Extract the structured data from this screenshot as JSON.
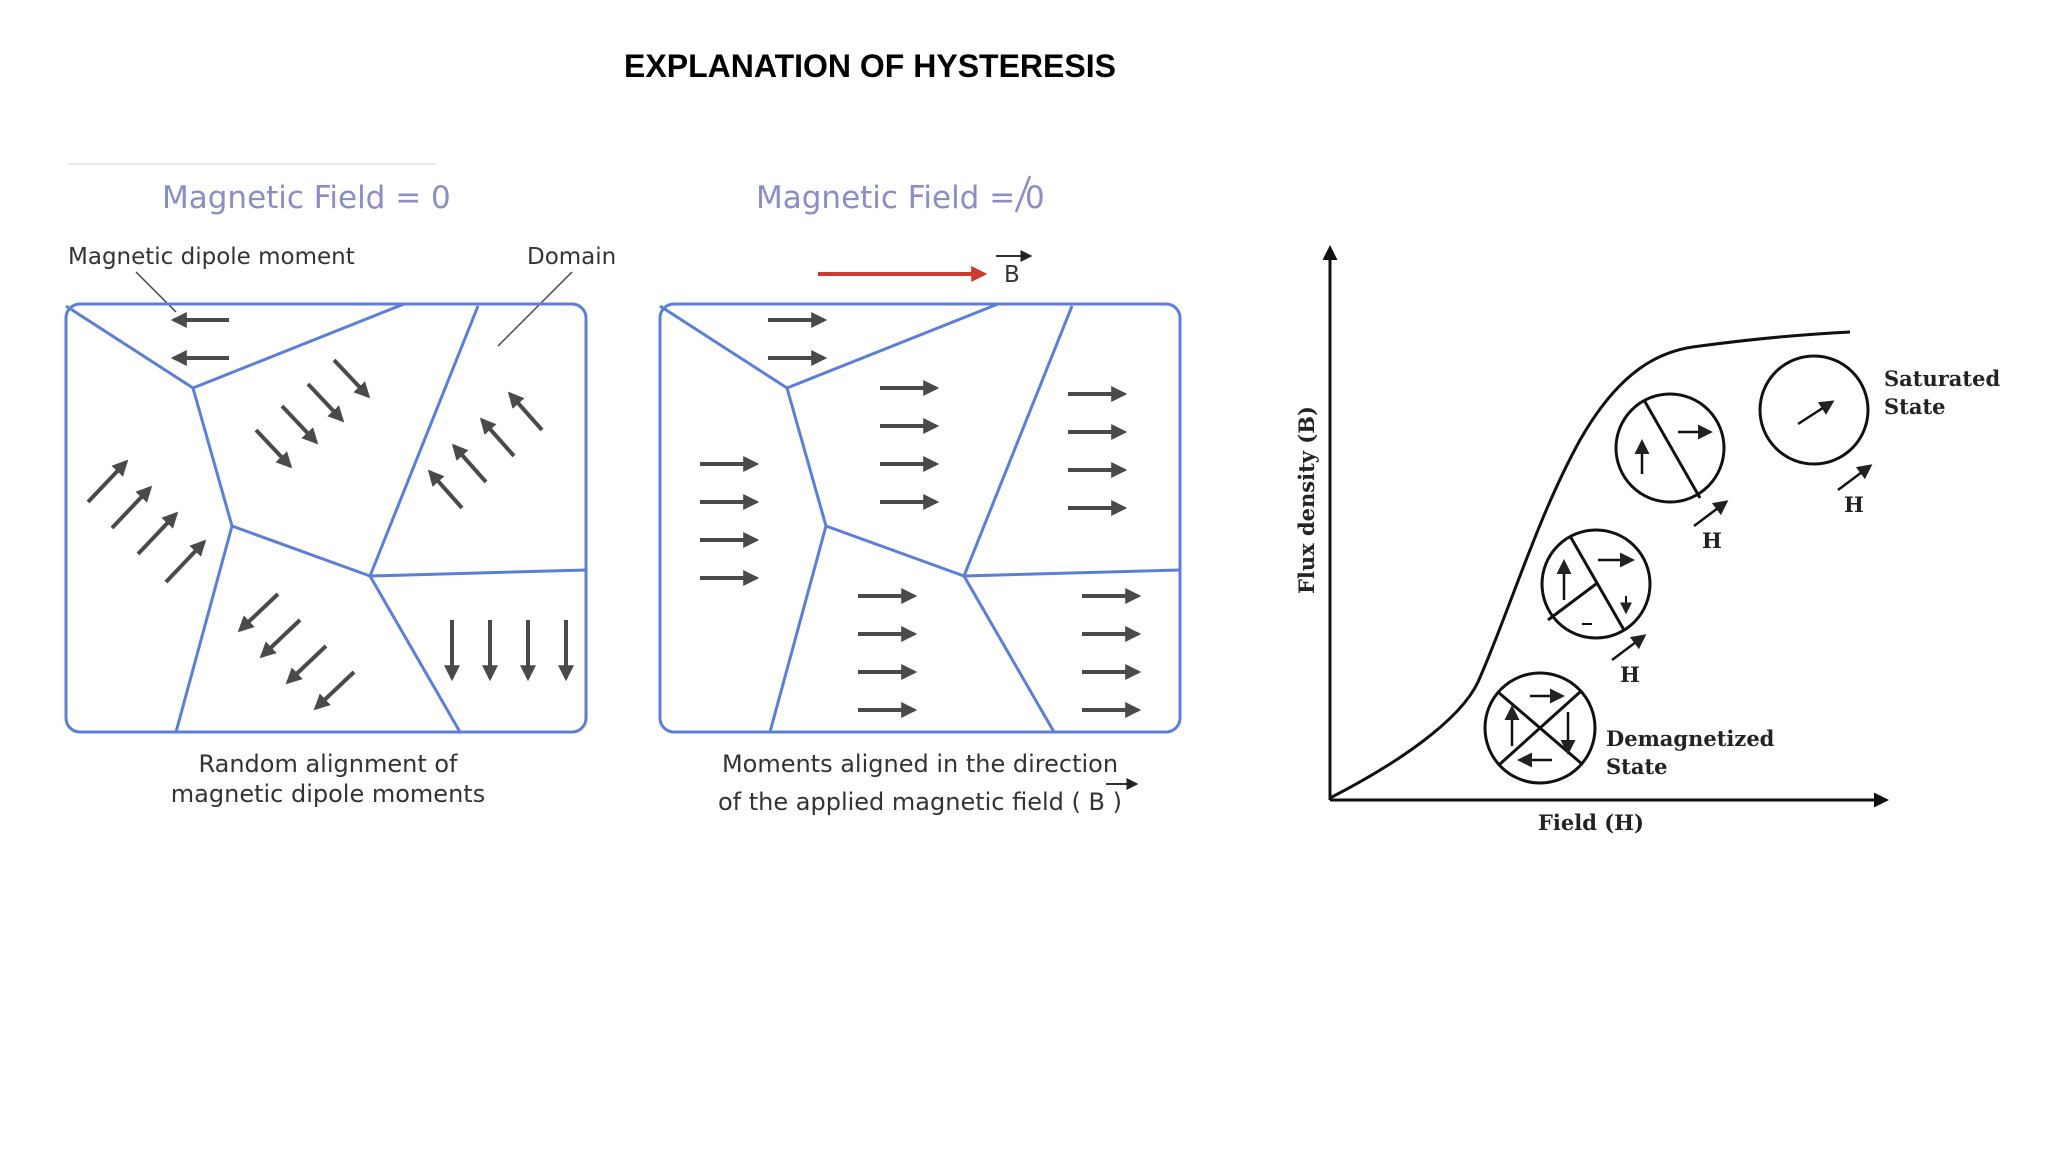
{
  "page": {
    "title": "EXPLANATION OF HYSTERESIS"
  },
  "panel_left": {
    "heading": "Magnetic Field = 0",
    "label_dipole": "Magnetic dipole moment",
    "label_domain": "Domain",
    "caption_line1": "Random alignment of",
    "caption_line2": "magnetic dipole moments"
  },
  "panel_middle": {
    "heading_a": "Magnetic Field ",
    "heading_b": "= 0",
    "field_symbol": "B",
    "caption_line1": "Moments aligned in the direction",
    "caption_line2": "of the applied magnetic field ( B )"
  },
  "curve_panel": {
    "y_axis_label": "Flux density (B)",
    "x_axis_label": "Field (H)",
    "state_demagnetized_1": "Demagnetized",
    "state_demagnetized_2": "State",
    "state_saturated_1": "Saturated",
    "state_saturated_2": "State",
    "h_label": "H"
  },
  "colors": {
    "domain_boundary": "#5b7fd6",
    "field_arrow": "#d0392b",
    "heading": "#8c8cc6",
    "arrow": "#4a4a4a"
  }
}
